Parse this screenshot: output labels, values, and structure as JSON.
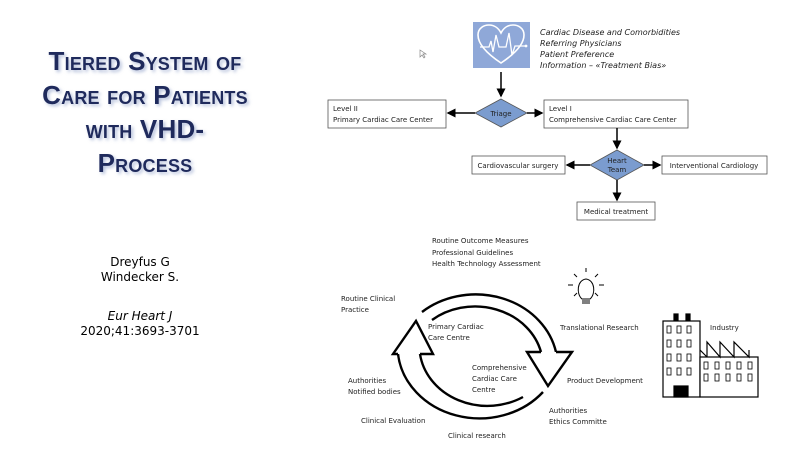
{
  "slide": {
    "title_lines": [
      "Tiered System of",
      "Care for Patients",
      "with VHD-",
      "Process"
    ],
    "authors": [
      "Dreyfus G",
      "Windecker S."
    ],
    "journal": "Eur Heart J",
    "citation": "2020;41:3693-3701"
  },
  "flowchart": {
    "inputs": [
      "Cardiac Disease and Comorbidities",
      "Referring Physicians",
      "Patient Preference",
      "Information – «Treatment Bias»"
    ],
    "icon": "heart-ecg-icon",
    "triage_label": "Triage",
    "level2": {
      "line1": "Level II",
      "line2": "Primary Cardiac Care Center"
    },
    "level1": {
      "line1": "Level I",
      "line2": "Comprehensive Cardiac Care Center"
    },
    "heart_team_line1": "Heart",
    "heart_team_line2": "Team",
    "outcomes": {
      "left": "Cardiovascular surgery",
      "right": "Interventional Cardiology",
      "bottom": "Medical treatment"
    },
    "colors": {
      "diamond_fill": "#7b9ccf",
      "icon_bg": "#8fa8d8"
    }
  },
  "cycle": {
    "top_labels": [
      "Routine Outcome Measures",
      "Professional Guidelines",
      "Health Technology Assessment"
    ],
    "routine_practice": [
      "Routine Clinical",
      "Practice"
    ],
    "primary_centre": [
      "Primary Cardiac",
      "Care Centre"
    ],
    "comprehensive_centre": [
      "Comprehensive",
      "Cardiac Care",
      "Centre"
    ],
    "translational": "Translational Research",
    "product": "Product Development",
    "authorities_ethics": [
      "Authorities",
      "Ethics Committe"
    ],
    "clinical_research": "Clinical research",
    "clinical_evaluation": "Clinical Evaluation",
    "authorities_notified": [
      "Authorities",
      "Notified bodies"
    ],
    "industry": "Industry",
    "lightbulb": "lightbulb-icon",
    "factory": "factory-icon"
  }
}
